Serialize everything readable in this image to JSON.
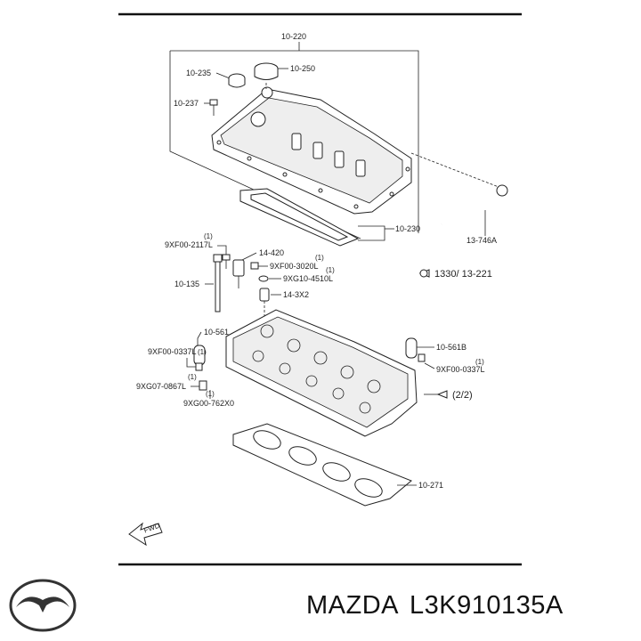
{
  "labels": {
    "cover_group": "10-220",
    "oil_cap": "10-235",
    "filler_cap": "10-250",
    "bolt_cover": "10-237",
    "cover_gasket": "10-230",
    "pcv_hose": "13-746A",
    "ref_1330": "1330/ 13-221",
    "bolt_9xf00_2117l": "9XF00-2117L",
    "part_14420": "14-420",
    "bolt_9xf00_3020l": "9XF00-3020L",
    "bolt_9xg10_4510l": "9XG10-4510L",
    "part_143x2": "14-3X2",
    "head_bolt": "10-135",
    "part_10561": "10-561",
    "bolt_9xf00_0337l_left": "9XF00-0337L",
    "bolt_9xg07_0867l": "9XG07-0867L",
    "bolt_9xg00_762x0": "9XG00-762X0",
    "part_10561b": "10-561B",
    "bolt_9xf00_0337l_right": "9XF00-0337L",
    "ref_2_2": "(2/2)",
    "head_gasket": "10-271",
    "fwd": "FWD",
    "qty_1": "(1)"
  },
  "footer": {
    "brand": "MAZDA",
    "part_number": "L3K910135A"
  }
}
